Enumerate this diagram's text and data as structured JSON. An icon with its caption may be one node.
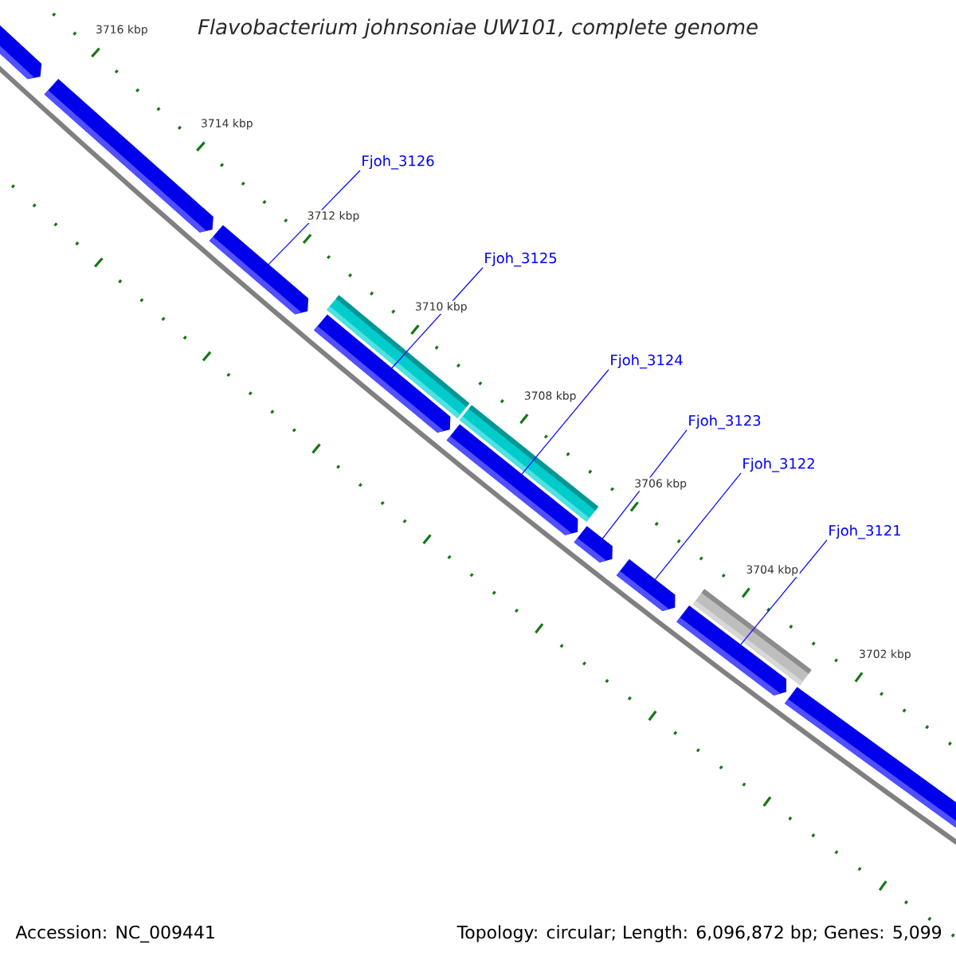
{
  "diagram": {
    "title": "Flavobacterium johnsoniae UW101, complete genome",
    "nodes": [
      {
        "text": [
          "Fjoh_3126"
        ]
      },
      {
        "text": [
          "Fjoh_3125"
        ]
      },
      {
        "text": [
          "Fjoh_3124"
        ]
      },
      {
        "text": [
          "Fjoh_3123"
        ]
      },
      {
        "text": [
          "Fjoh_3122"
        ]
      },
      {
        "text": [
          "Fjoh_3121"
        ]
      },
      {
        "text": [],
        "shape": "arrow"
      },
      {
        "text": [],
        "shape": "arrow"
      },
      {
        "text": [],
        "shape": "arrow"
      },
      {
        "text": [],
        "shape": "arrow"
      },
      {
        "text": [],
        "shape": "arrow"
      },
      {
        "text": [],
        "shape": "arrow"
      },
      {
        "text": [],
        "shape": "arrow"
      },
      {
        "text": [],
        "shape": "arrow"
      },
      {
        "text": [],
        "shape": "arrow"
      },
      {
        "text": [],
        "shape": "bar"
      },
      {
        "text": [],
        "shape": "bar"
      },
      {
        "text": [],
        "shape": "bar"
      }
    ],
    "edges": [
      {
        "from": 0,
        "to": 8,
        "arrow": "none"
      },
      {
        "from": 1,
        "to": 9,
        "arrow": "none"
      },
      {
        "from": 2,
        "to": 10,
        "arrow": "none"
      },
      {
        "from": 3,
        "to": 11,
        "arrow": "none"
      },
      {
        "from": 4,
        "to": 12,
        "arrow": "none"
      },
      {
        "from": 5,
        "to": 13,
        "arrow": "none"
      }
    ],
    "labels": [
      "3716 kbp",
      "3714 kbp",
      "3712 kbp",
      "3710 kbp",
      "3708 kbp",
      "3706 kbp",
      "3704 kbp",
      "3702 kbp",
      "Accession: NC_009441",
      "Topology: circular; Length: 6,096,872 bp; Genes: 5,099"
    ]
  }
}
